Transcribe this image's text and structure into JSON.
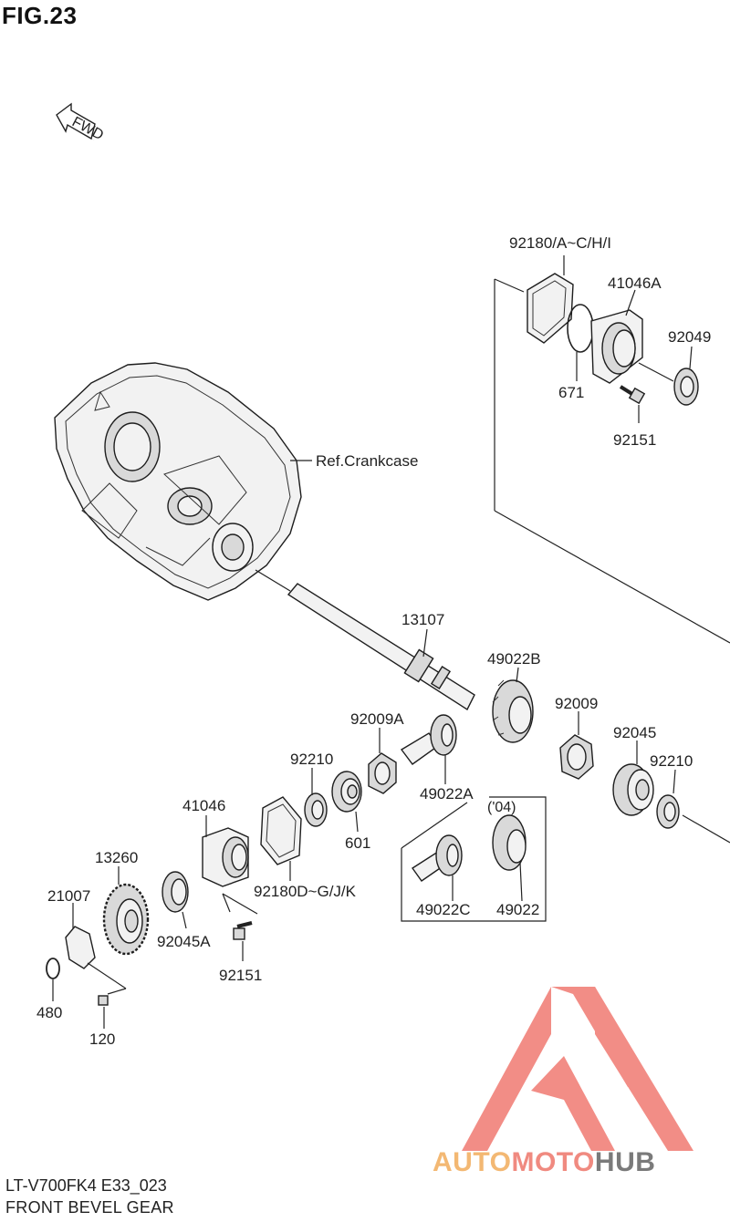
{
  "figure": {
    "title": "FIG.23",
    "model_code": "LT-V700FK4 E33_023",
    "section_name": "FRONT BEVEL GEAR"
  },
  "badges": {
    "fwd": "FWD",
    "ref": "Ref.Crankcase",
    "variant_04": "('04)"
  },
  "parts": {
    "p92180_ac": "92180/A~C/H/I",
    "p41046A": "41046A",
    "p92049": "92049",
    "p671": "671",
    "p92151_top": "92151",
    "p13107": "13107",
    "p49022B": "49022B",
    "p92009A": "92009A",
    "p92009": "92009",
    "p92045": "92045",
    "p92210_left": "92210",
    "p92210_right": "92210",
    "p49022A": "49022A",
    "p601": "601",
    "p41046": "41046",
    "p92180_dg": "92180D~G/J/K",
    "p13260": "13260",
    "p21007": "21007",
    "p92045A": "92045A",
    "p92151_bottom": "92151",
    "p480": "480",
    "p120": "120",
    "p49022C": "49022C",
    "p49022": "49022"
  },
  "watermark": {
    "auto": "AUTO",
    "moto": "MOTO",
    "hub": "HUB",
    "colors": {
      "auto": "#f3b873",
      "moto": "#f08a80",
      "hub": "#7a7a7a",
      "triangle": "#f07a72"
    }
  }
}
